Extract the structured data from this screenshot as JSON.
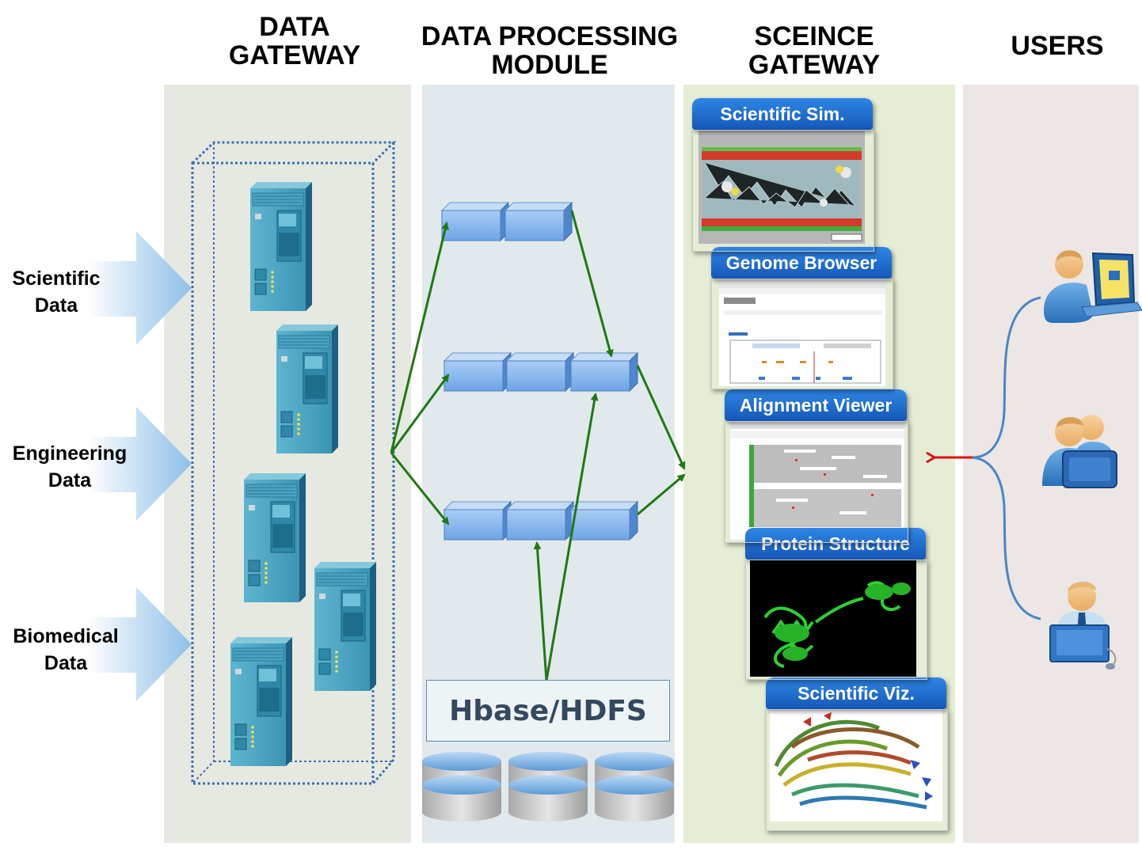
{
  "columns": {
    "data_gateway": [
      "DATA",
      "GATEWAY"
    ],
    "processing": [
      "DATA PROCESSING",
      "MODULE"
    ],
    "science_gateway": [
      "SCEINCE",
      "GATEWAY"
    ],
    "users": "USERS"
  },
  "sources": [
    [
      "Scientific",
      "Data"
    ],
    [
      "Engineering",
      "Data"
    ],
    [
      "Biomedical",
      "Data"
    ]
  ],
  "storage_label": "Hbase/HDFS",
  "apps": [
    {
      "title": "Scientific Sim."
    },
    {
      "title": "Genome Browser"
    },
    {
      "title": "Alignment Viewer"
    },
    {
      "title": "Protein Structure"
    },
    {
      "title": "Scientific Viz."
    }
  ],
  "colors": {
    "gateway_panel": "#e6e9e1",
    "processing_panel": "#e2e9ec",
    "science_panel": "#e5eed5",
    "users_panel": "#ece7e4",
    "flow_arrow": "#1e7a12",
    "user_arrow": "#e01010",
    "card_header": "#1f6fd0"
  },
  "icons": [
    "server-icon",
    "processing-block-icon",
    "database-cylinder-icon",
    "user-laptop-icon",
    "user-group-icon",
    "user-desktop-icon"
  ]
}
